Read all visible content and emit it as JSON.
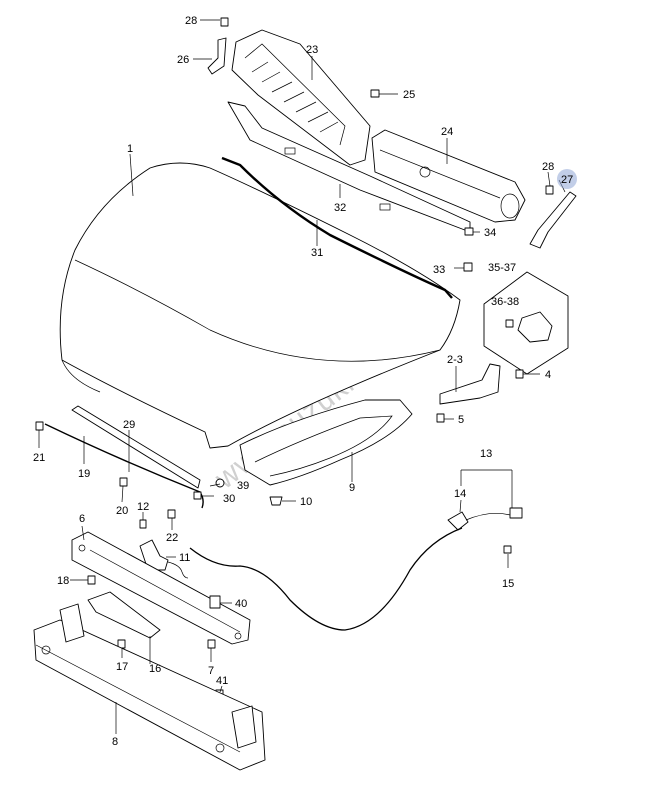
{
  "watermark": "www.suzuki-diely.sk",
  "highlight_color": "#8fa6d6",
  "callouts": {
    "c1": "1",
    "c23": "23",
    "c24": "24",
    "c25": "25",
    "c26": "26",
    "c27": "27",
    "c28a": "28",
    "c28b": "28",
    "c29": "29",
    "c30": "30",
    "c31": "31",
    "c32": "32",
    "c33": "33",
    "c34": "34",
    "c35_37": "35-37",
    "c36_38": "36-38",
    "c2_3": "2-3",
    "c4": "4",
    "c5": "5",
    "c9": "9",
    "c10": "10",
    "c13": "13",
    "c14": "14",
    "c15": "15",
    "c21": "21",
    "c19": "19",
    "c20": "20",
    "c39": "39",
    "c12": "12",
    "c22": "22",
    "c6": "6",
    "c11": "11",
    "c18": "18",
    "c40": "40",
    "c17": "17",
    "c16": "16",
    "c7": "7",
    "c41": "41",
    "c8": "8"
  }
}
